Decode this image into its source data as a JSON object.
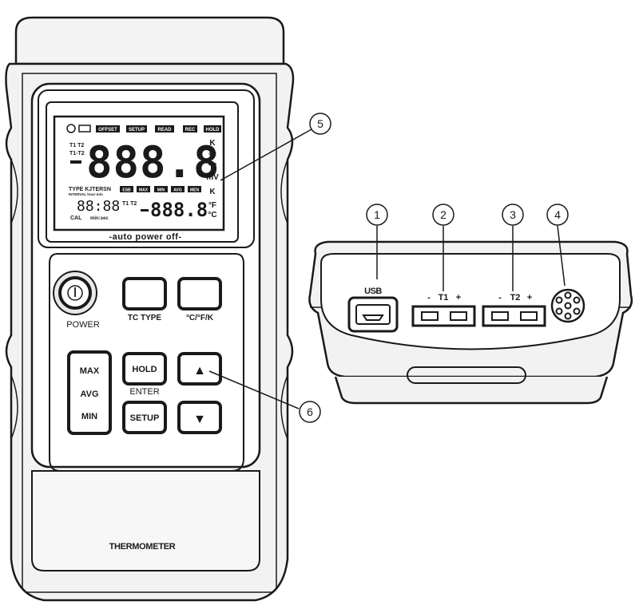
{
  "meter": {
    "lcd": {
      "top_tags": [
        "OFFSET",
        "SETUP",
        "READ",
        "REC",
        "HOLD"
      ],
      "probe_labels": [
        "T1 T2",
        "T1-T2"
      ],
      "main_digits": "888.8",
      "units_right": [
        "K",
        "°F",
        "°C",
        "mV",
        "K",
        "°F",
        "°C"
      ],
      "type_label": "TYPE KJTERSN",
      "interval_label": "INTERVAL hour:min",
      "mode_tags": [
        "ESB",
        "MAX",
        "MIN",
        "AVG",
        "MEN"
      ],
      "clock_digits": "88:88",
      "sub_probe_label": "T1 T2",
      "sub_digits": "888.8",
      "cal_label": "CAL",
      "minsec_label": "min:sec",
      "banner": "-auto power off-"
    },
    "buttons": {
      "power": "POWER",
      "tc_type": "TC TYPE",
      "units": "°C/°F/K",
      "max": "MAX",
      "avg": "AVG",
      "min": "MIN",
      "hold": "HOLD",
      "enter": "ENTER",
      "setup": "SETUP",
      "up": "▲",
      "down": "▼"
    },
    "brand_label": "THERMOMETER"
  },
  "end_panel": {
    "usb": "USB",
    "t1": "T1",
    "t2": "T2",
    "minus": "-",
    "plus": "+"
  },
  "callouts": [
    "1",
    "2",
    "3",
    "4",
    "5",
    "6"
  ],
  "colors": {
    "ink": "#1a1a1a",
    "body_fill": "#f2f2f2",
    "lcd_fill": "#ffffff"
  }
}
